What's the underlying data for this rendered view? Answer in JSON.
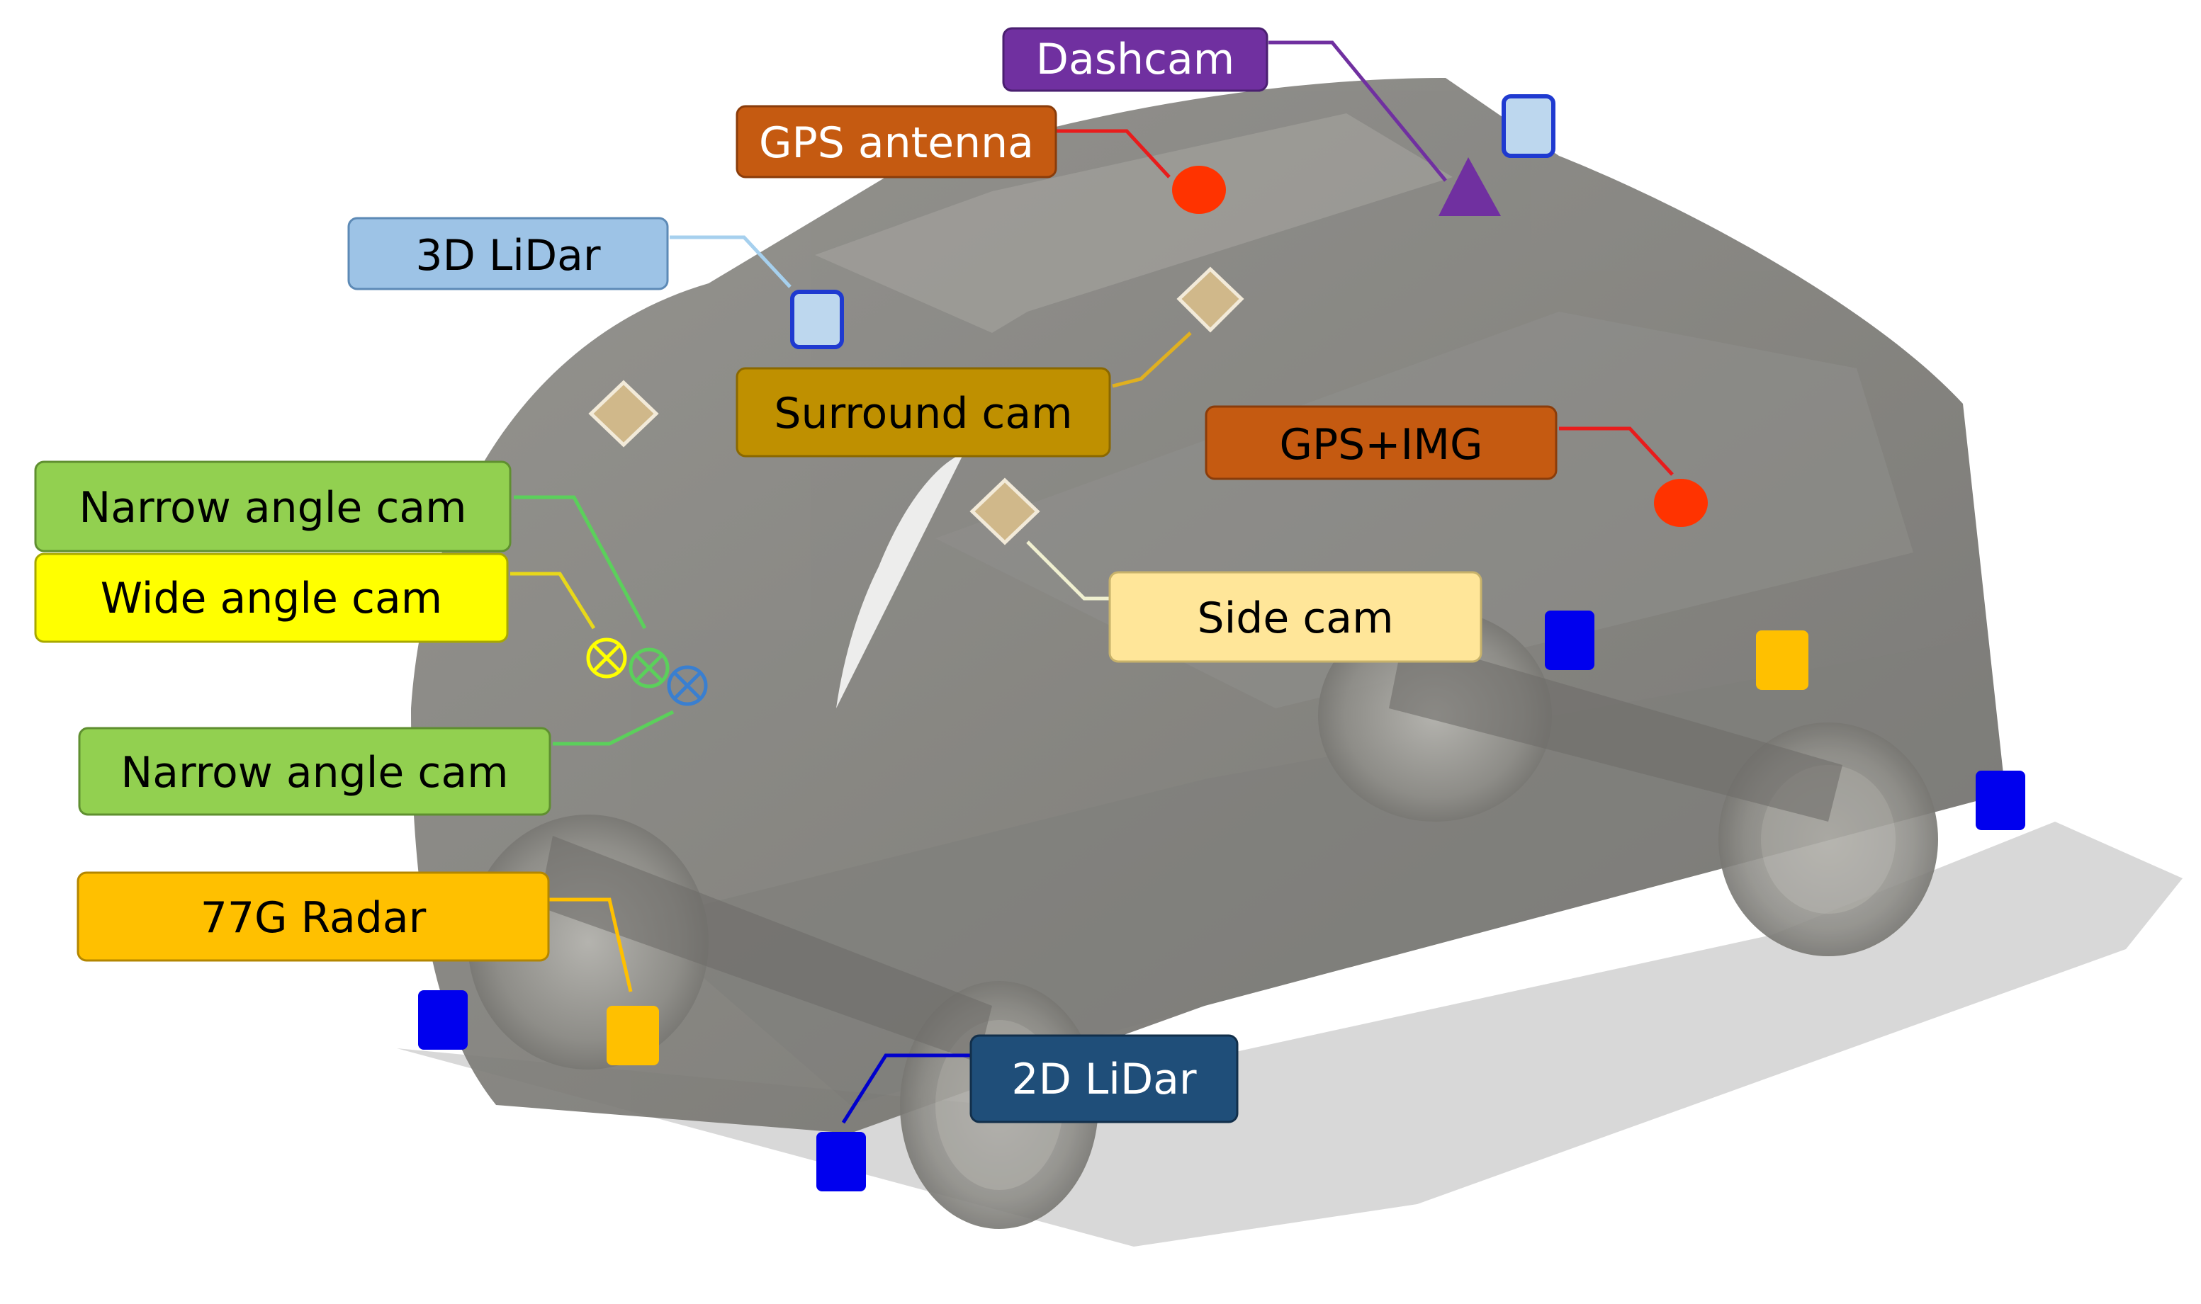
{
  "labels": {
    "dashcam": {
      "text": "Dashcam",
      "bg": "#7030a0",
      "fg": "#ffffff"
    },
    "gps_antenna": {
      "text": "GPS antenna",
      "bg": "#c55a11",
      "fg": "#ffffff"
    },
    "lidar_3d": {
      "text": "3D LiDar",
      "bg": "#9dc3e6",
      "fg": "#000000"
    },
    "surround_cam": {
      "text": "Surround cam",
      "bg": "#bf9000",
      "fg": "#000000"
    },
    "gps_img": {
      "text": "GPS+IMG",
      "bg": "#c55a11",
      "fg": "#000000"
    },
    "narrow_angle_cam_top": {
      "text": "Narrow angle cam",
      "bg": "#92d050",
      "fg": "#000000"
    },
    "wide_angle_cam": {
      "text": "Wide angle cam",
      "bg": "#ffff00",
      "fg": "#000000"
    },
    "side_cam": {
      "text": "Side cam",
      "bg": "#ffe699",
      "fg": "#000000"
    },
    "narrow_angle_cam_bottom": {
      "text": "Narrow angle cam",
      "bg": "#92d050",
      "fg": "#000000"
    },
    "radar_77g": {
      "text": "77G Radar",
      "bg": "#ffc000",
      "fg": "#000000"
    },
    "lidar_2d": {
      "text": "2D LiDar",
      "bg": "#1f4e79",
      "fg": "#ffffff"
    }
  },
  "colors": {
    "vehicle_body": "#7e7d78",
    "shadow": "#d0d0d0",
    "lidar_2d_marker": "#0000ee",
    "radar_marker": "#ffc000",
    "lidar_3d_marker": "#bdd7ee",
    "gps_marker": "#ff3300",
    "dashcam_marker": "#7030a0",
    "surround_marker": "#d9c49a",
    "narrow_cam_marker": "#92d050",
    "wide_cam_marker": "#ffff00"
  }
}
